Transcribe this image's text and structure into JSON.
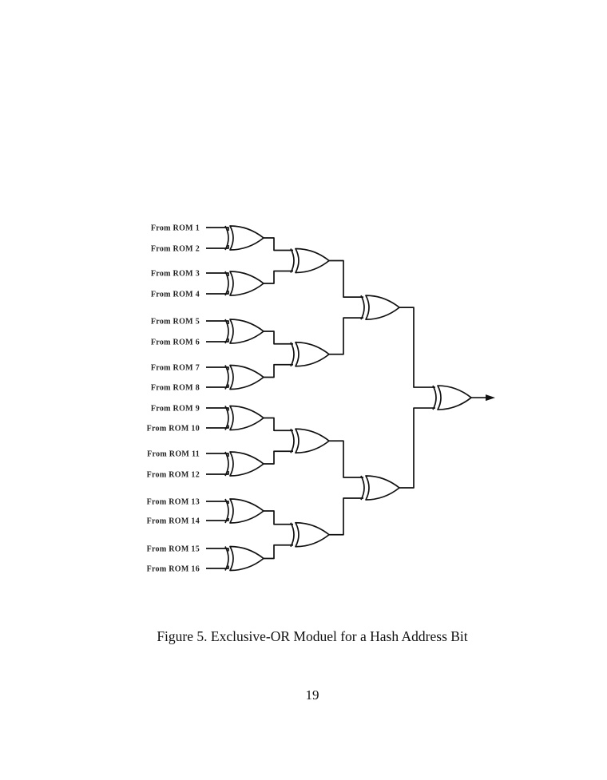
{
  "figure": {
    "inputs": [
      "From ROM 1",
      "From ROM 2",
      "From ROM 3",
      "From ROM 4",
      "From ROM 5",
      "From ROM 6",
      "From ROM 7",
      "From ROM 8",
      "From ROM 9",
      "From ROM 10",
      "From ROM 11",
      "From ROM 12",
      "From ROM 13",
      "From ROM 14",
      "From ROM 15",
      "From ROM 16"
    ],
    "gate_type": "XOR",
    "levels": 4,
    "caption": "Figure 5. Exclusive-OR Moduel for a Hash Address Bit"
  },
  "page_number": "19"
}
